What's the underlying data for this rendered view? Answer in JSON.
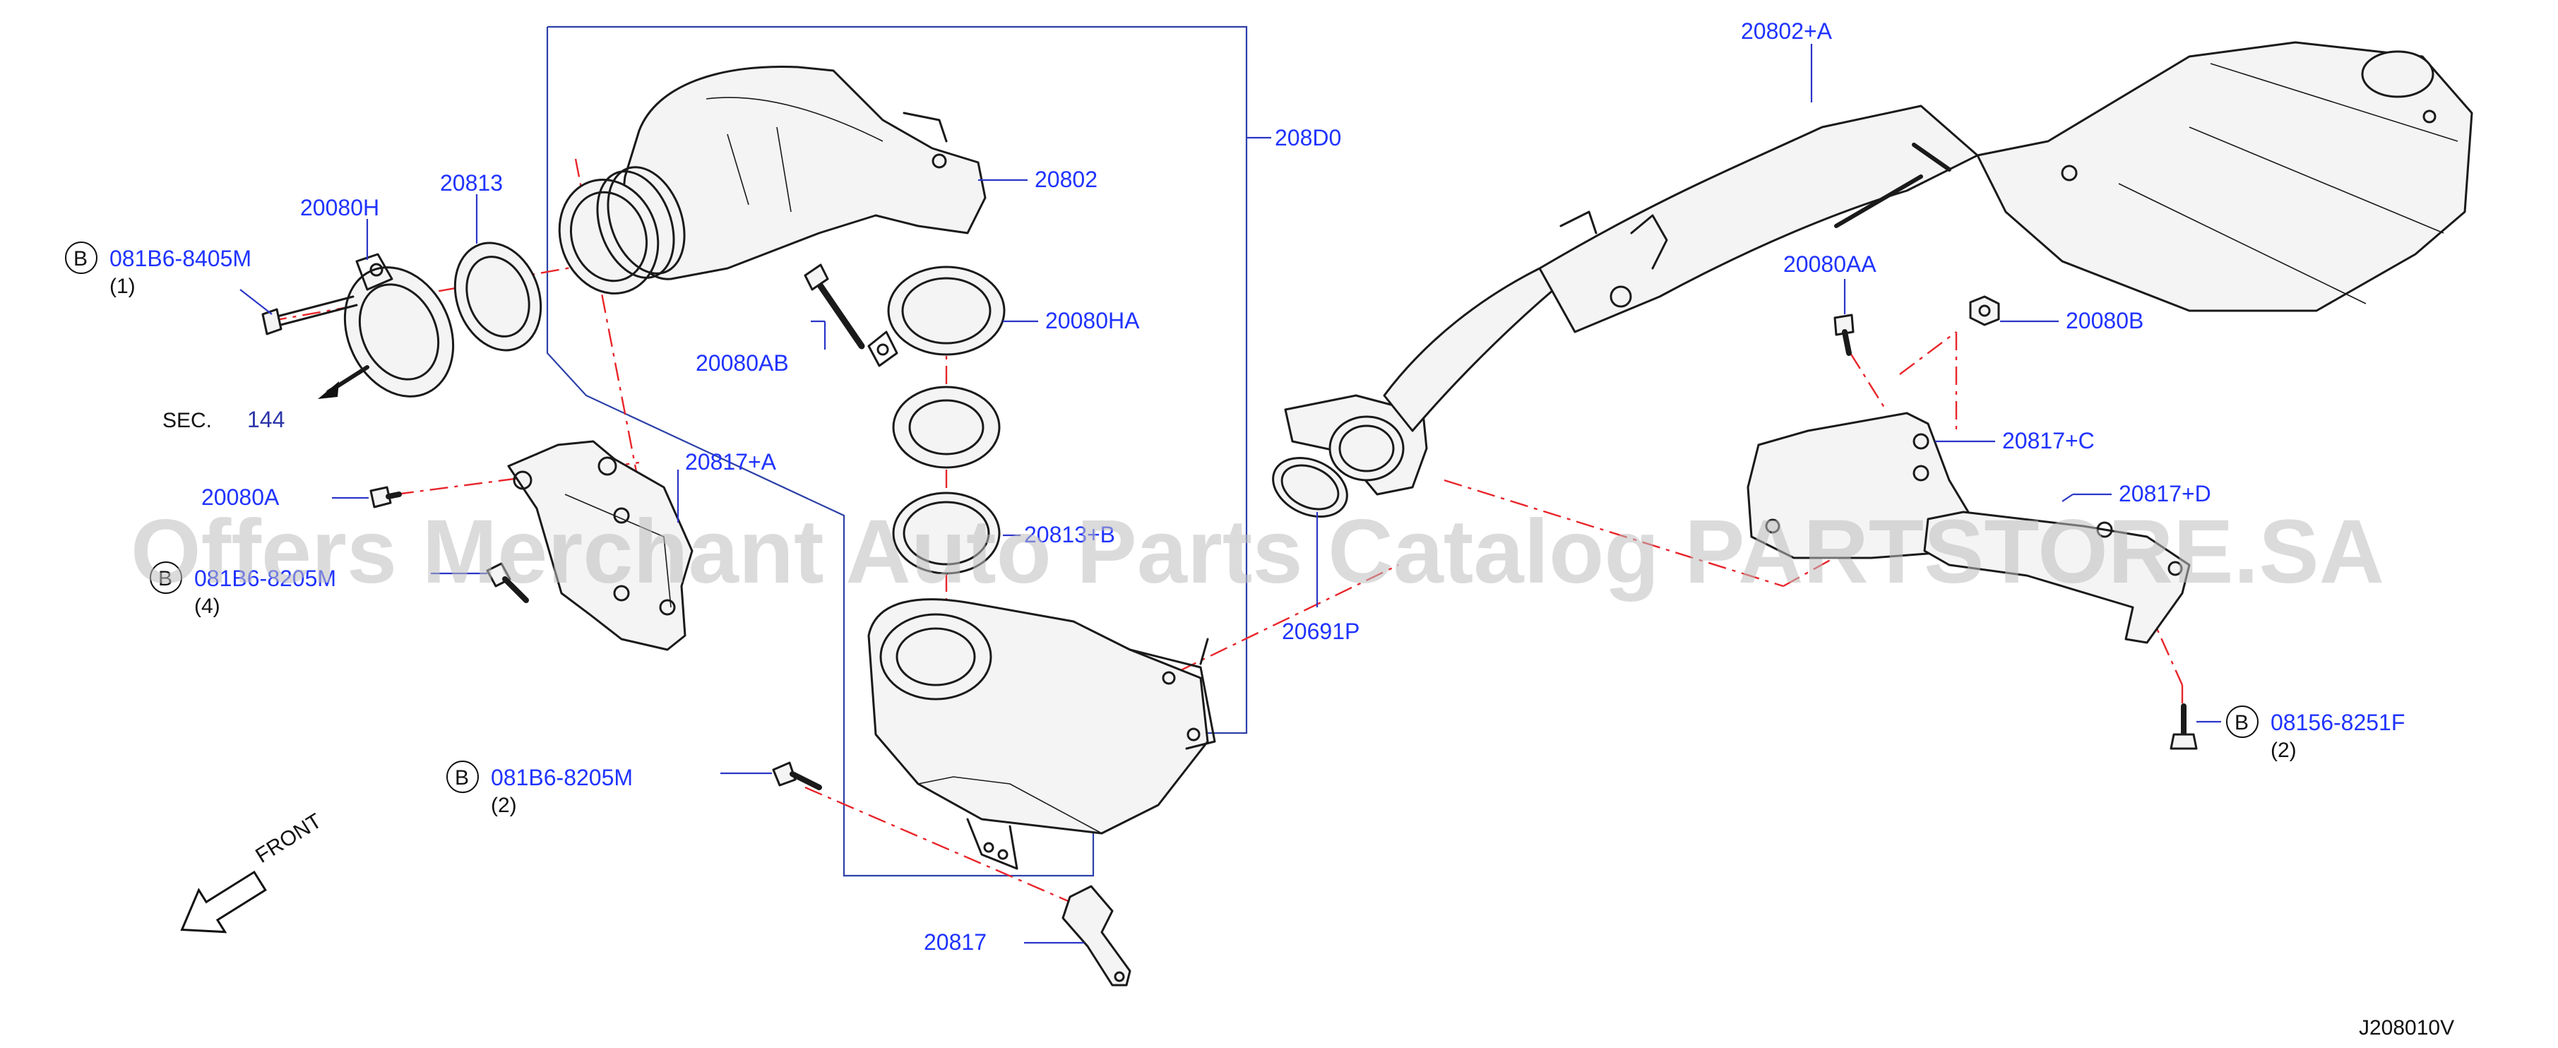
{
  "diagram_code": "J208010V",
  "watermark": "Offers Merchant Auto Parts Catalog PARTSTORE.SA",
  "front_label": "FRONT",
  "section_ref": {
    "prefix": "SEC.",
    "number": "144"
  },
  "bolt_marker": "B",
  "group_box_label": "208D0",
  "callouts": {
    "c20802A": "20802+A",
    "c20802": "20802",
    "c20080H": "20080H",
    "c20813": "20813",
    "c20080HA": "20080HA",
    "c20080AB": "20080AB",
    "c20817A": "20817+A",
    "c20080A": "20080A",
    "c20813B": "20813+B",
    "c20691P": "20691P",
    "c20817": "20817",
    "c20080AA": "20080AA",
    "c20080B": "20080B",
    "c20817C": "20817+C",
    "c20817D": "20817+D"
  },
  "bolts": {
    "b1": {
      "code": "081B6-8405M",
      "qty": "(1)"
    },
    "b2": {
      "code": "081B6-8205M",
      "qty": "(4)"
    },
    "b3": {
      "code": "081B6-8205M",
      "qty": "(2)"
    },
    "b4": {
      "code": "08156-8251F",
      "qty": "(2)"
    }
  }
}
